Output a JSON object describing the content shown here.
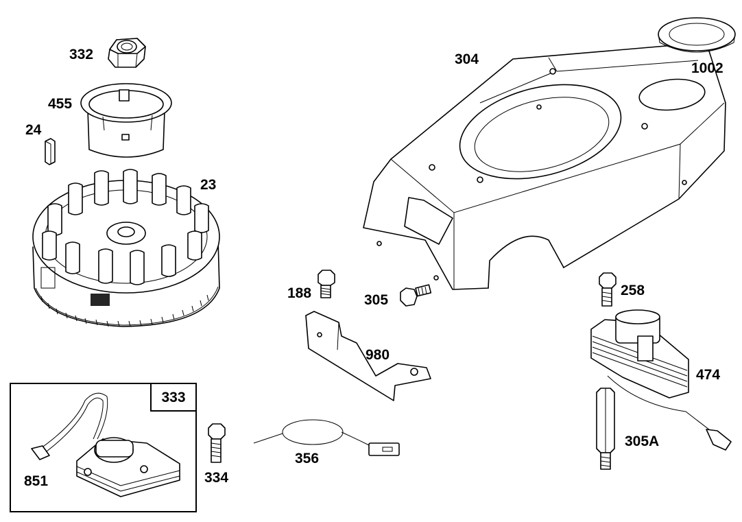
{
  "diagram": {
    "parts": [
      {
        "id": "p332",
        "label": "332"
      },
      {
        "id": "p455",
        "label": "455"
      },
      {
        "id": "p24",
        "label": "24"
      },
      {
        "id": "p23",
        "label": "23"
      },
      {
        "id": "p304",
        "label": "304"
      },
      {
        "id": "p1002",
        "label": "1002"
      },
      {
        "id": "p188",
        "label": "188"
      },
      {
        "id": "p305",
        "label": "305"
      },
      {
        "id": "p980",
        "label": "980"
      },
      {
        "id": "p258",
        "label": "258"
      },
      {
        "id": "p474",
        "label": "474"
      },
      {
        "id": "p305A",
        "label": "305A"
      },
      {
        "id": "p333",
        "label": "333"
      },
      {
        "id": "p851",
        "label": "851"
      },
      {
        "id": "p334",
        "label": "334"
      },
      {
        "id": "p356",
        "label": "356"
      }
    ]
  }
}
